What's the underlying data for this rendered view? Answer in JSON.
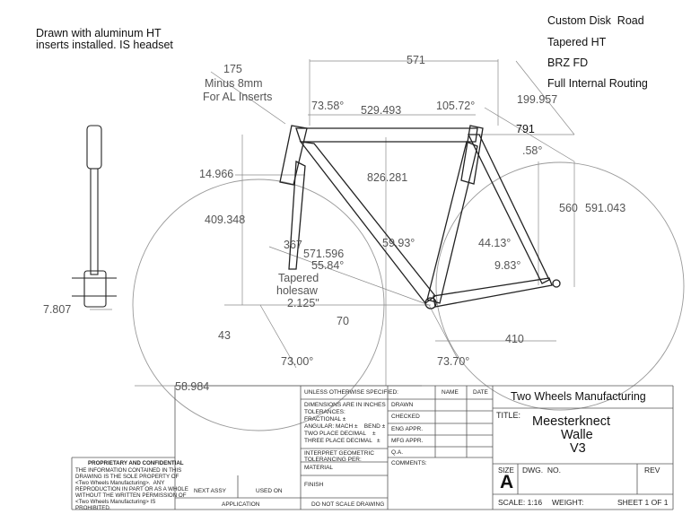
{
  "notes": {
    "line1": "Drawn with aluminum HT",
    "line2": "inserts installed. IS headset"
  },
  "specs": [
    "Custom Disk  Road",
    "Tapered HT",
    "BRZ FD",
    "Full Internal Routing"
  ],
  "dimensions": {
    "d175": "175",
    "minus8": "Minus 8mm",
    "forAl": "For AL Inserts",
    "d571": "571",
    "a7358": "73.58°",
    "d529": "529.493",
    "a10572": "105.72°",
    "d199": "199.957",
    "d791": "791",
    "a58": ".58°",
    "d14966": "14.966",
    "d826": "826.281",
    "d409": "409.348",
    "d367": "367",
    "d571596": "571.596",
    "a5584": "55.84°",
    "a5993": "59.93°",
    "a4413": "44.13°",
    "d560": "560",
    "d591": "591.043",
    "a983": "9.83°",
    "tapered": "Tapered",
    "holesaw": "holesaw",
    "d2125": "2.125\"",
    "d70": "70",
    "d7807": "7.807",
    "d43": "43",
    "a7300": "73.00°",
    "a7370": "73.70°",
    "d410": "410",
    "d58984": "58.984"
  },
  "title_block": {
    "company": "Two Wheels Manufacturing",
    "title_label": "TITLE:",
    "title_line1": "Meesterknect",
    "title_line2": "Walle",
    "title_line3": "V3",
    "size_label": "SIZE",
    "size_value": "A",
    "dwg_label": "DWG.  NO.",
    "rev_label": "REV",
    "scale": "SCALE: 1:16",
    "weight": "WEIGHT:",
    "sheet": "SHEET 1 OF 1",
    "unless": "UNLESS OTHERWISE SPECIFIED:",
    "name": "NAME",
    "date": "DATE",
    "dims_l1": "DIMENSIONS ARE IN INCHES",
    "dims_l2": "TOLERANCES:",
    "dims_l3": "FRACTIONAL ±",
    "dims_l4": "ANGULAR: MACH ±    BEND ±",
    "dims_l5": "TWO PLACE DECIMAL    ±",
    "dims_l6": "THREE PLACE DECIMAL   ±",
    "drawn": "DRAWN",
    "checked": "CHECKED",
    "eng": "ENG APPR.",
    "mfg": "MFG APPR.",
    "qa": "Q.A.",
    "comments": "COMMENTS:",
    "interpret1": "INTERPRET GEOMETRIC",
    "interpret2": "TOLERANCING PER:",
    "material": "MATERIAL",
    "finish": "FINISH",
    "next_assy": "NEXT ASSY",
    "used_on": "USED ON",
    "application": "APPLICATION",
    "do_not_scale": "DO NOT SCALE DRAWING",
    "prop_title": "PROPRIETARY AND CONFIDENTIAL",
    "prop_l1": "THE INFORMATION CONTAINED IN THIS",
    "prop_l2": "DRAWING IS THE SOLE PROPERTY OF",
    "prop_l3": "<Two Wheels Manufacturing>.  ANY",
    "prop_l4": "REPRODUCTION IN PART OR AS A WHOLE",
    "prop_l5": "WITHOUT THE WRITTEN PERMISSION OF",
    "prop_l6": "<Two Wheels Manufacturing> IS",
    "prop_l7": "PROHIBITED."
  }
}
